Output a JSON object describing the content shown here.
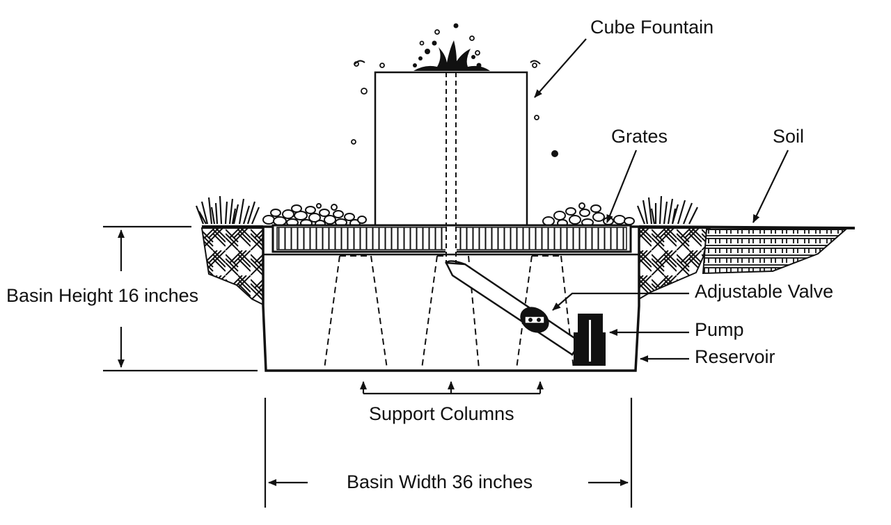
{
  "labels": {
    "cube_fountain": "Cube Fountain",
    "grates": "Grates",
    "soil": "Soil",
    "basin_height": "Basin Height 16 inches",
    "adjustable_valve": "Adjustable Valve",
    "pump": "Pump",
    "reservoir": "Reservoir",
    "support_columns": "Support Columns",
    "basin_width": "Basin Width 36 inches"
  },
  "colors": {
    "ink": "#111111",
    "background": "#ffffff"
  }
}
